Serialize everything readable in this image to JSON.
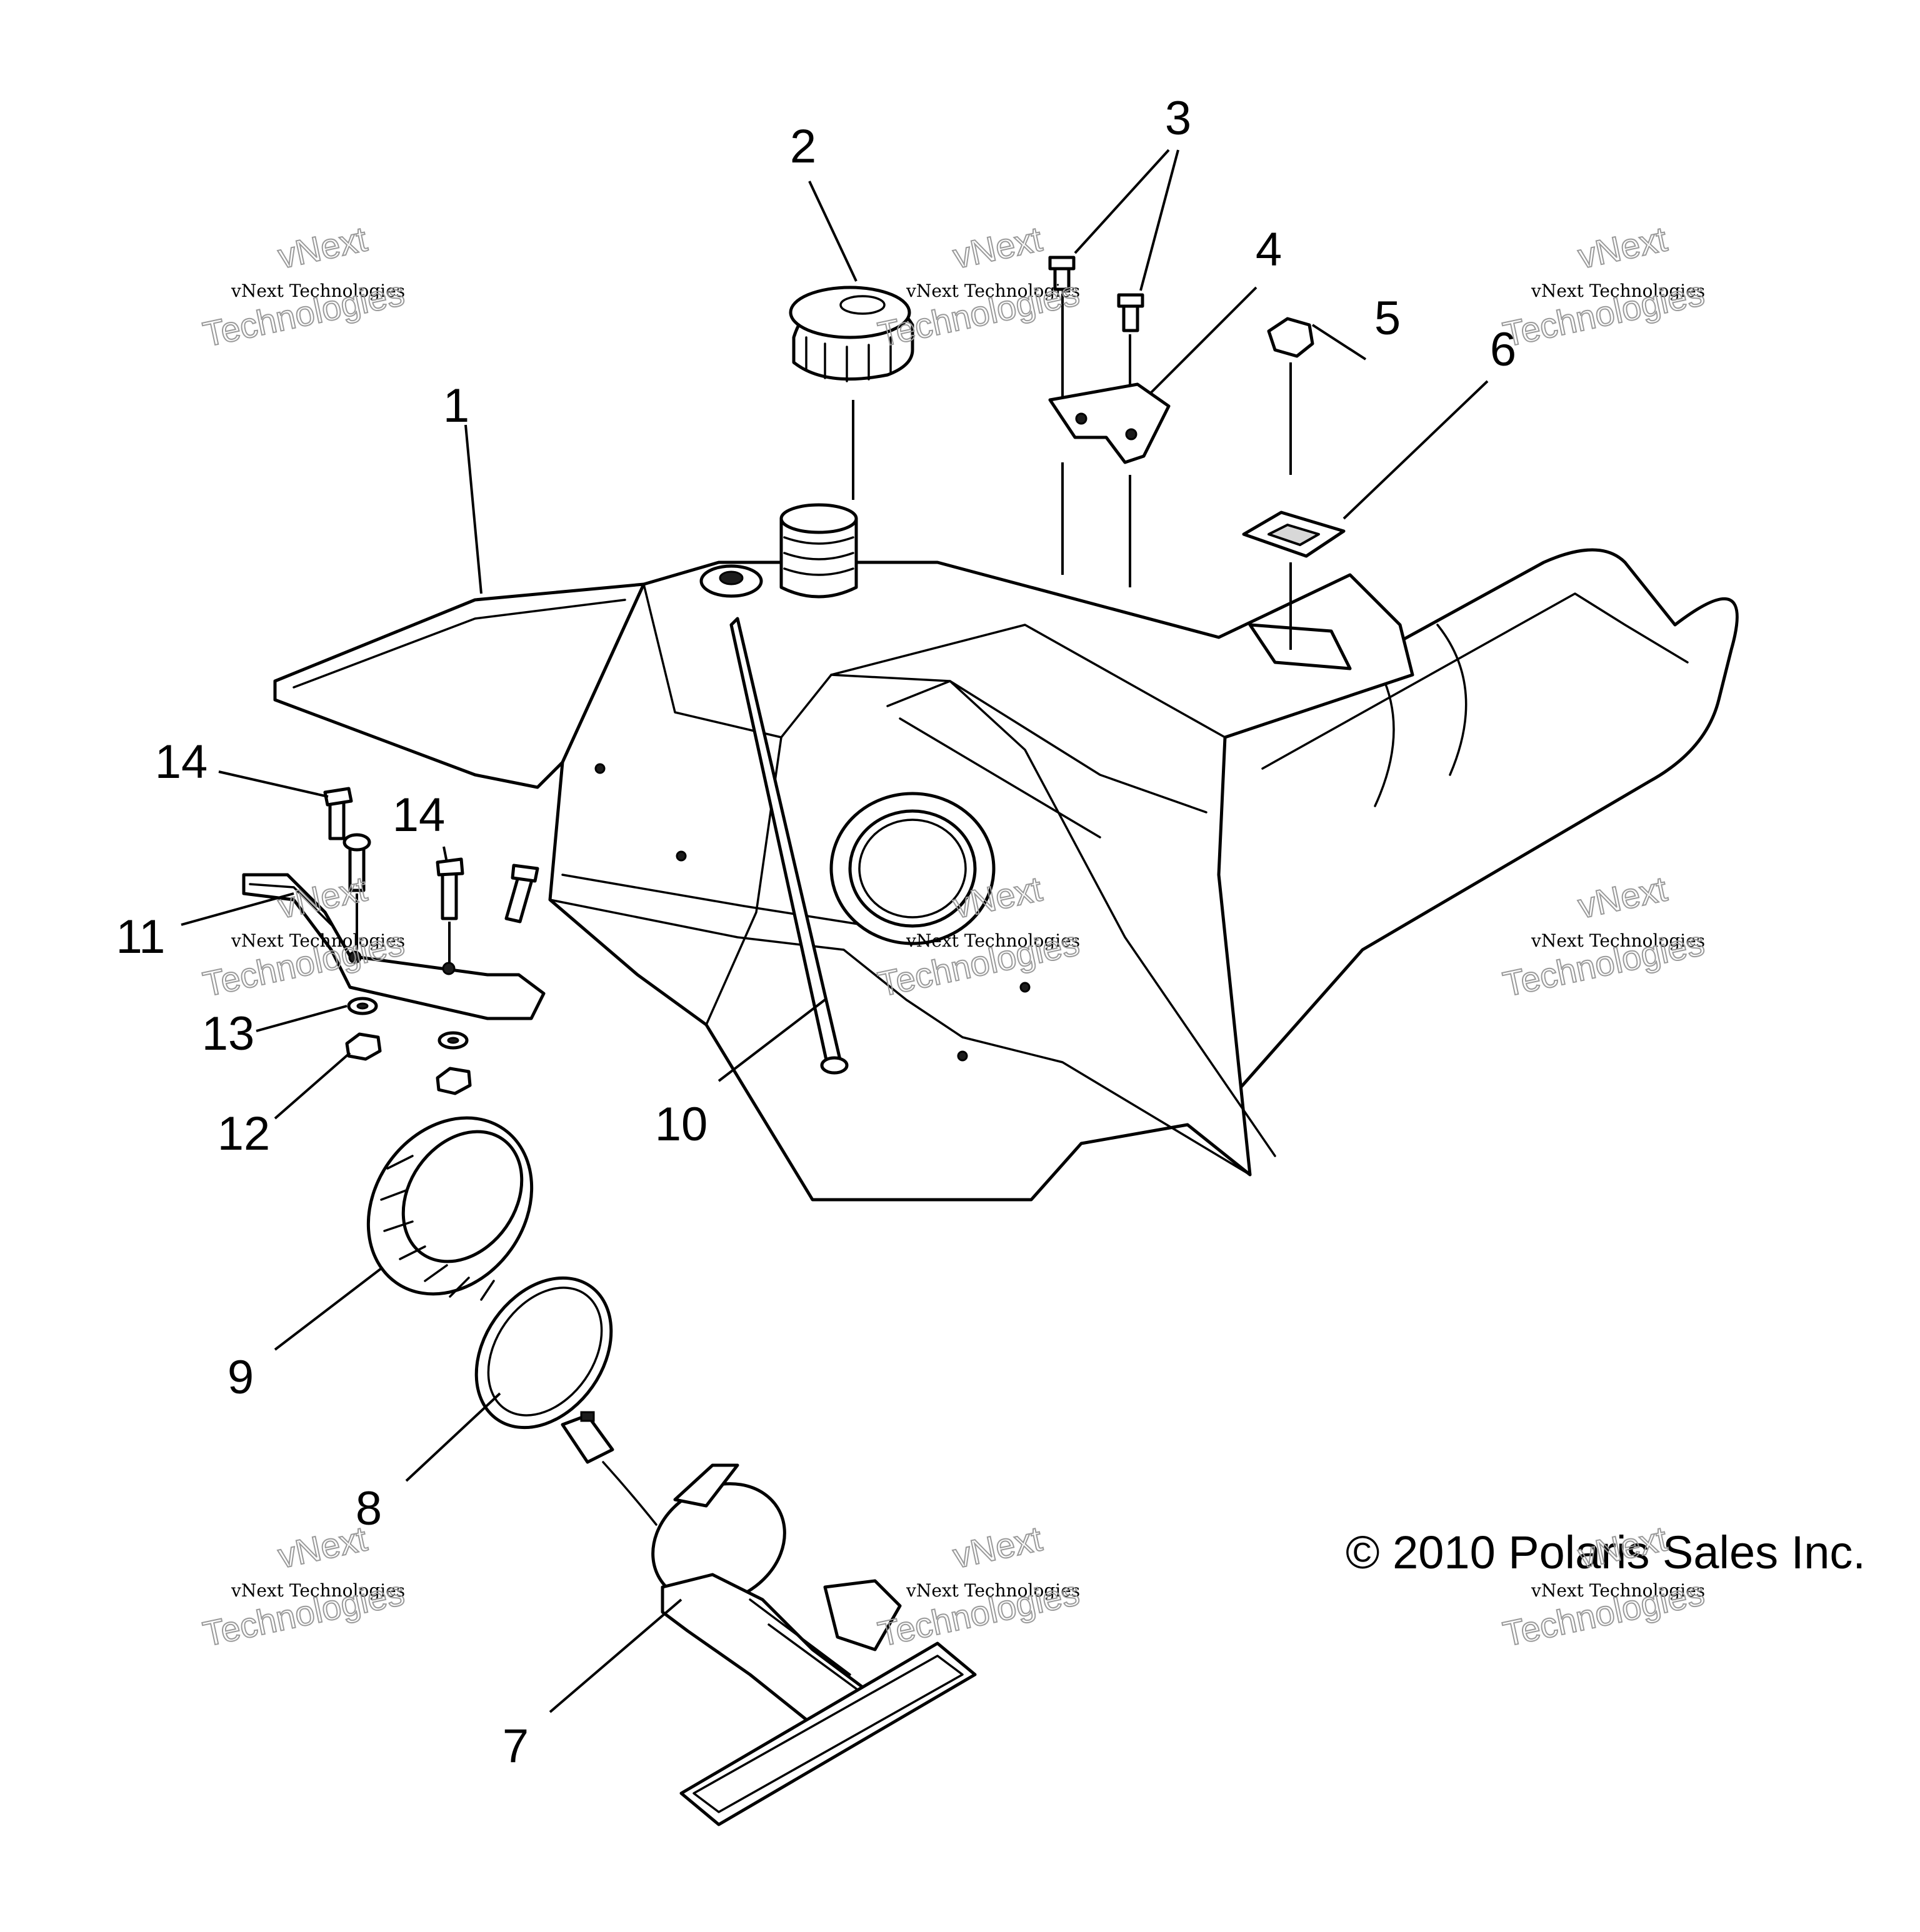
{
  "callouts": {
    "c1": "1",
    "c2": "2",
    "c3": "3",
    "c4": "4",
    "c5": "5",
    "c6": "6",
    "c7": "7",
    "c8": "8",
    "c9": "9",
    "c10": "10",
    "c11": "11",
    "c12": "12",
    "c13": "13",
    "c14a": "14",
    "c14b": "14"
  },
  "copyright": "© 2010 Polaris Sales Inc.",
  "watermark": {
    "line_top": "vNext",
    "line_mid": "vNext Technologies",
    "line_bottom": "Technologies"
  }
}
